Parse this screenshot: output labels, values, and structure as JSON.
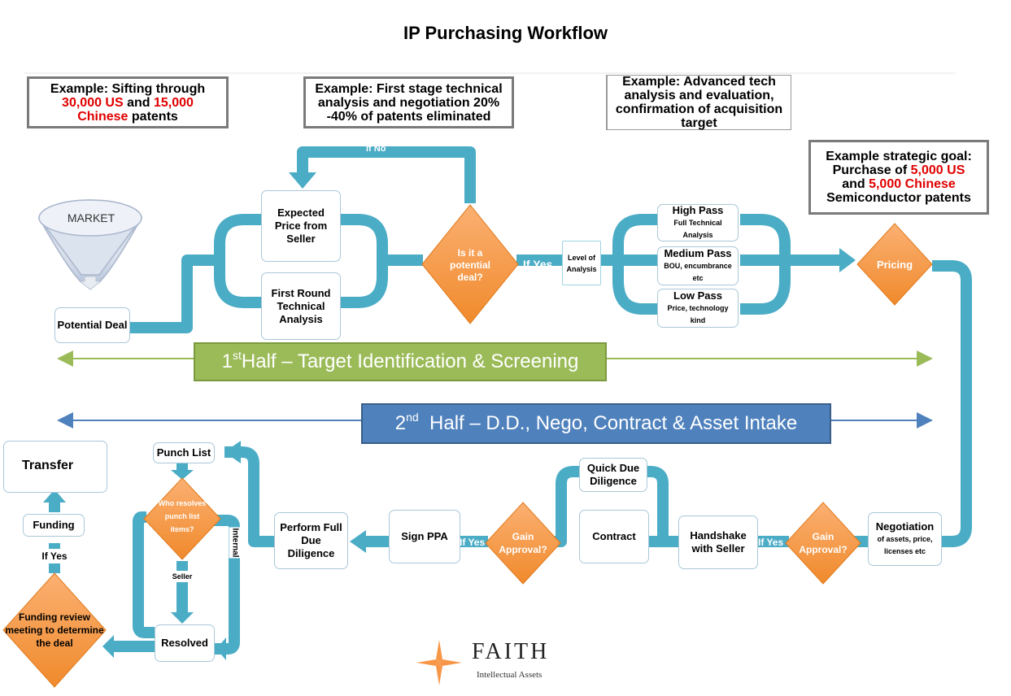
{
  "title": "IP Purchasing Workflow",
  "callouts": {
    "sifting": {
      "a": "Example: Sifting through",
      "us": "30,000 US",
      "and": " and ",
      "cn": "15,000",
      "cn2": "Chinese",
      "tail": " patents"
    },
    "first_stage": {
      "l1": "Example: First stage technical",
      "l2": "analysis and negotiation 20%",
      "l3": "-40% of patents eliminated"
    },
    "advanced": {
      "l1": "Example: Advanced tech",
      "l2": "analysis and evaluation,",
      "l3": "confirmation of acquisition",
      "l4": "target"
    },
    "goal": {
      "l1": "Example strategic goal:",
      "l2a": "Purchase of ",
      "l2b": "5,000 US",
      "l3a": "and ",
      "l3b": "5,000 Chinese",
      "l4": "Semiconductor patents"
    }
  },
  "market_label": "MARKET",
  "boxes": {
    "potential_deal": "Potential Deal",
    "expected_price": "Expected Price from Seller",
    "first_round": "First Round Technical Analysis",
    "level": "Level of Analysis",
    "high_pass": {
      "title": "High Pass",
      "sub": "Full Technical Analysis"
    },
    "medium_pass": {
      "title": "Medium Pass",
      "sub": "BOU, encumbrance etc"
    },
    "low_pass": {
      "title": "Low Pass",
      "sub": "Price, technology kind"
    },
    "negotiation": {
      "title": "Negotiation",
      "sub": "of assets, price, licenses etc"
    },
    "handshake": "Handshake with Seller",
    "quick_dd": "Quick Due Diligence",
    "contract": "Contract",
    "sign_ppa": "Sign PPA",
    "perform_dd": "Perform Full Due Diligence",
    "punch_list": "Punch List",
    "resolved": "Resolved",
    "transfer": "Transfer",
    "funding": "Funding"
  },
  "diamonds": {
    "potential": "Is it a potential deal?",
    "pricing": "Pricing",
    "gain1": "Gain Approval?",
    "gain2": "Gain Approval?",
    "who": "Who resolves punch list items?",
    "funding_review": "Funding review meeting to determine the deal"
  },
  "labels": {
    "if_no": "If No",
    "if_yes_1": "If Yes",
    "if_yes_2": "If Yes",
    "if_yes_3": "If Yes",
    "if_yes_4": "If Yes",
    "seller": "Seller",
    "internal": "Internal"
  },
  "halves": {
    "first": {
      "num": "1",
      "sup": "st",
      "text": " Half – Target Identification & Screening"
    },
    "second": {
      "num": "2",
      "sup": "nd",
      "text": "  Half – D.D., Nego, Contract & Asset Intake"
    }
  },
  "logo": {
    "name": "FAITH",
    "sub": "Intellectual  Assets"
  },
  "colors": {
    "flow": "#4bacc6",
    "diamond": "#f79646",
    "green_bar": "#9bbb59",
    "blue_bar": "#4f81bd",
    "callout_border": "#7a7a7a",
    "highlight": "#e00000"
  }
}
